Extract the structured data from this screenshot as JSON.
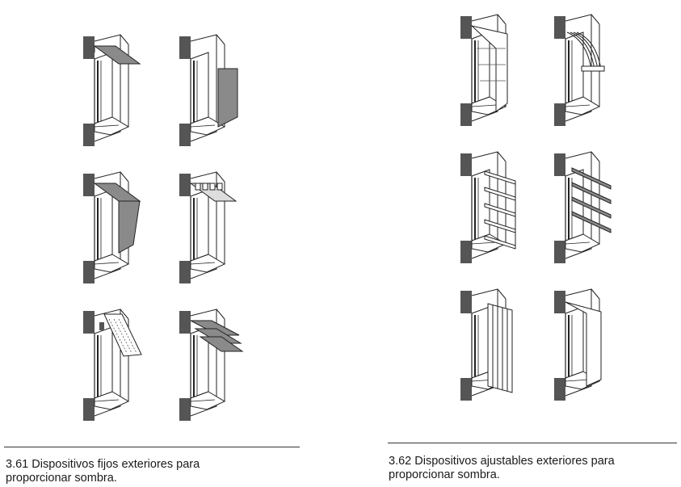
{
  "figures": [
    {
      "id": "3.61",
      "caption_lines": [
        "3.61 Dispositivos fijos exteriores para",
        "proporcionar sombra."
      ],
      "devices": [
        "overhang",
        "vertical-fin",
        "overhang-with-side-fin",
        "louvered-overhang",
        "overhang-with-vertical-louvers",
        "multi-blade-overhang"
      ]
    },
    {
      "id": "3.62",
      "caption_lines": [
        "3.62 Dispositivos ajustables exteriores para",
        "proporcionar sombra."
      ],
      "devices": [
        "awning",
        "roll-up-awning",
        "horizontal-adjustable-louvers",
        "angled-horizontal-louvers",
        "vertical-adjustable-louvers",
        "roll-shutter"
      ]
    }
  ],
  "colors": {
    "wall_dark": "#555555",
    "shade_gray": "#8a8a8a",
    "line": "#222222",
    "rule": "#333333"
  }
}
